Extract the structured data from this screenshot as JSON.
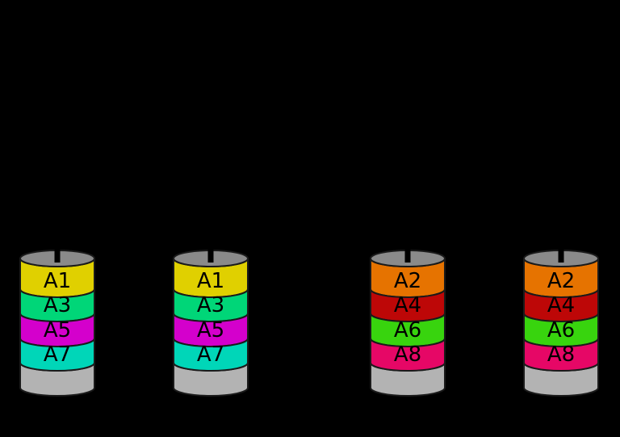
{
  "diagram": {
    "background": "#000000",
    "outline_color": "#1a1a1a",
    "platter_top_color": "#8a8a8a",
    "platter_base_color": "#b3b3b3",
    "spindle_notch_color": "#000000",
    "block_label_color": "#000000",
    "disks": [
      {
        "id": "disk-1",
        "blocks": [
          {
            "label": "A1",
            "color": "#e0d000"
          },
          {
            "label": "A3",
            "color": "#00d678"
          },
          {
            "label": "A5",
            "color": "#d400cc"
          },
          {
            "label": "A7",
            "color": "#00d6b8"
          }
        ]
      },
      {
        "id": "disk-2",
        "blocks": [
          {
            "label": "A1",
            "color": "#e0d000"
          },
          {
            "label": "A3",
            "color": "#00d678"
          },
          {
            "label": "A5",
            "color": "#d400cc"
          },
          {
            "label": "A7",
            "color": "#00d6b8"
          }
        ]
      },
      {
        "id": "disk-3",
        "blocks": [
          {
            "label": "A2",
            "color": "#e67300"
          },
          {
            "label": "A4",
            "color": "#bd0707"
          },
          {
            "label": "A6",
            "color": "#38d40e"
          },
          {
            "label": "A8",
            "color": "#e60766"
          }
        ]
      },
      {
        "id": "disk-4",
        "blocks": [
          {
            "label": "A2",
            "color": "#e67300"
          },
          {
            "label": "A4",
            "color": "#bd0707"
          },
          {
            "label": "A6",
            "color": "#38d40e"
          },
          {
            "label": "A8",
            "color": "#e60766"
          }
        ]
      }
    ]
  }
}
